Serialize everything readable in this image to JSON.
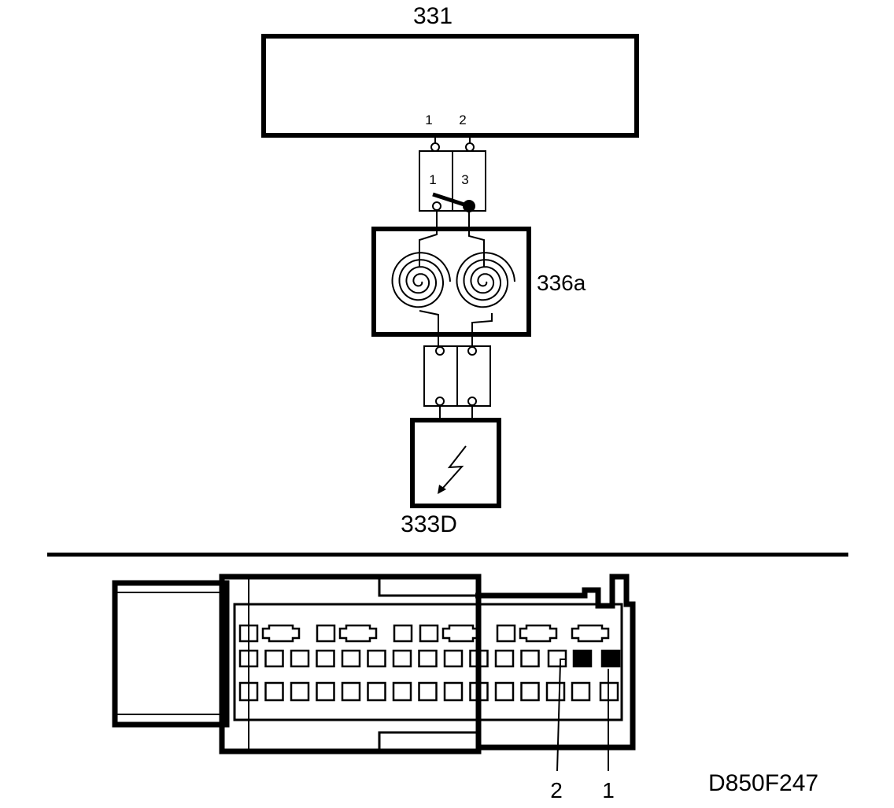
{
  "diagram": {
    "components": {
      "ecu": {
        "label": "331",
        "pins": [
          "1",
          "2"
        ]
      },
      "connector_upper": {
        "pins": [
          "1",
          "3"
        ]
      },
      "clock_spring": {
        "label": "336a"
      },
      "airbag": {
        "label": "333D"
      }
    },
    "connector_view": {
      "callouts": [
        "2",
        "1"
      ]
    },
    "reference_code": "D850F247"
  }
}
